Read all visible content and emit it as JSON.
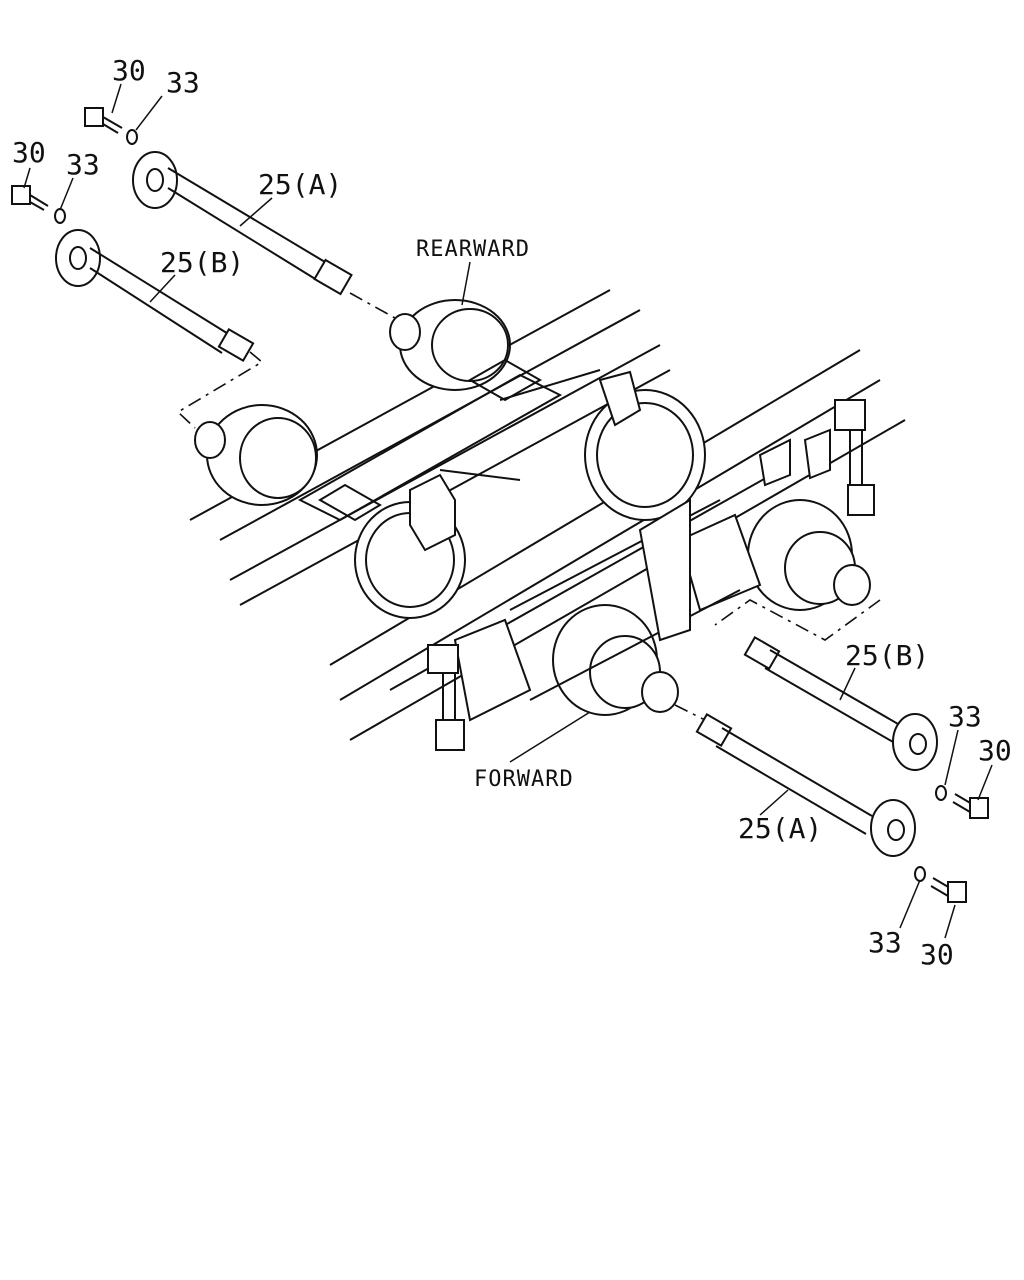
{
  "labels": {
    "top_left_bolt_1": "30",
    "top_left_washer_1": "33",
    "top_left_bolt_2": "30",
    "top_left_washer_2": "33",
    "top_shaft_a": "25(A)",
    "top_shaft_b": "25(B)",
    "rearward": "REARWARD",
    "forward": "FORWARD",
    "right_shaft_b": "25(B)",
    "right_washer_1": "33",
    "right_bolt_1": "30",
    "right_shaft_a": "25(A)",
    "bottom_washer": "33",
    "bottom_bolt": "30"
  }
}
